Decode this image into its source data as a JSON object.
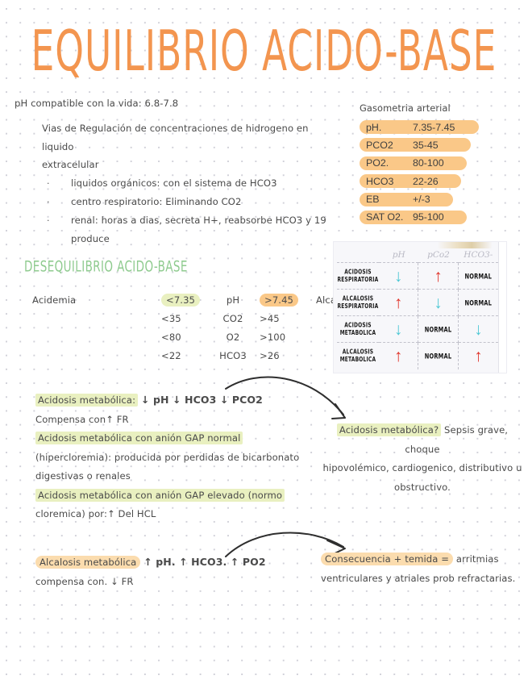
{
  "page": {
    "title": "EQUILIBRIO ACIDO-BASE",
    "ph_line": "pH compatible con la vida: 6.8-7.8"
  },
  "vias": {
    "heading_line1": "Vias de Regulación de concentraciones de hidrogeno en liquido",
    "heading_line2": "extracelular",
    "bullet_marker": "·",
    "items": [
      "liquidos orgánicos: con el sistema de HCO3",
      "centro respiratorio: Eliminando CO2",
      "renal: horas a dias, secreta H+, reabsorbe HCO3 y 19",
      "produce"
    ]
  },
  "gasometria": {
    "title": "Gasometria arterial",
    "highlight_color": "#fac888",
    "rows": [
      {
        "param": "pH.",
        "value": "7.35-7.45",
        "pill_width": 148
      },
      {
        "param": "PCO2",
        "value": "35-45",
        "pill_width": 138
      },
      {
        "param": "PO2.",
        "value": "80-100",
        "pill_width": 133
      },
      {
        "param": "HCO3",
        "value": "22-26",
        "pill_width": 126
      },
      {
        "param": "EB",
        "value": "+/-3",
        "pill_width": 116
      },
      {
        "param": "SAT O2.",
        "value": "95-100",
        "pill_width": 133
      }
    ]
  },
  "desequilibrio": {
    "heading": "DESEQUILIBRIO ACIDO-BASE",
    "heading_color": "#8fcb8f",
    "left_label": "Acidemia",
    "right_label": "Alcalemia",
    "rows": [
      {
        "low": "<7.35",
        "param": "pH",
        "high": ">7.45",
        "low_mark": "green",
        "high_mark": "orange"
      },
      {
        "low": "<35",
        "param": "CO2",
        "high": ">45",
        "low_mark": "none",
        "high_mark": "none"
      },
      {
        "low": "<80",
        "param": "O2",
        "high": ">100",
        "low_mark": "none",
        "high_mark": "none"
      },
      {
        "low": "<22",
        "param": "HCO3",
        "high": ">26",
        "low_mark": "none",
        "high_mark": "none"
      }
    ]
  },
  "photo_table": {
    "columns": [
      "pH",
      "pCo2",
      "HCO3-"
    ],
    "up_arrow": "↑",
    "down_arrow": "↓",
    "normal_label": "NORMAL",
    "up_color": "#e0342a",
    "down_color": "#4ec8d4",
    "rows": [
      {
        "label_line1": "ACIDOSIS",
        "label_line2": "RESPIRATORIA",
        "ph": "down",
        "pco2": "up",
        "hco3": "normal"
      },
      {
        "label_line1": "ALCALOSIS",
        "label_line2": "RESPIRATORIA",
        "ph": "up",
        "pco2": "down",
        "hco3": "normal"
      },
      {
        "label_line1": "ACIDOSIS",
        "label_line2": "METABOLICA",
        "ph": "down",
        "pco2": "normal",
        "hco3": "down"
      },
      {
        "label_line1": "ALCALOSIS",
        "label_line2": "METABOLICA",
        "ph": "up",
        "pco2": "normal",
        "hco3": "up"
      }
    ]
  },
  "notes": {
    "acidosis": {
      "l1_hl": "Acidosis metabólica:",
      "l1_rest": "↓ pH ↓ HCO3 ↓ PCO2",
      "l2": "Compensa con↑ FR",
      "l3_hl": "Acidosis metabólica con anión GAP normal",
      "l4": "(hipercloremia): producida por perdidas de bicarbonato",
      "l5": "digestivas o renales",
      "l6_hl": "Acidosis metabólica con anión GAP elevado (normo",
      "l7": "cloremica) por:↑ Del HCL"
    },
    "alcalosis": {
      "l1_hl": "Alcalosis metabólica",
      "l1_rest": "↑ pH. ↑ HCO3. ↑ PO2",
      "l2": "compensa con. ↓ FR"
    },
    "acidosis_causes": {
      "l1_hl": "Acidosis metabólica?",
      "l1_rest": "Sepsis grave, choque",
      "l2": "hipovolémico, cardiogenico, distributivo u",
      "l3": "obstructivo."
    },
    "consequence": {
      "l1_hl": "Consecuencia + temida =",
      "l1_rest": "arritmias",
      "l2": "ventriculares y atriales prob refractarias."
    }
  }
}
